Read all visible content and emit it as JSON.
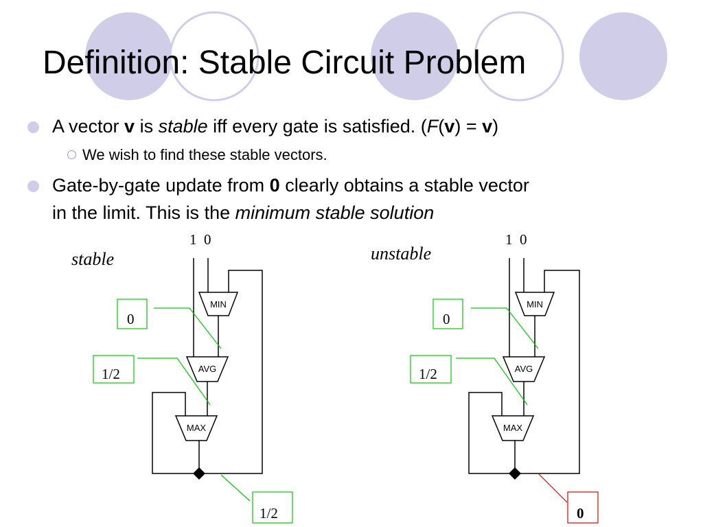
{
  "slide": {
    "title": "Definition: Stable Circuit Problem",
    "bullet1": {
      "t1": "A vector ",
      "v": "v",
      "t2": " is ",
      "stable": "stable",
      "t3": " iff every gate is satisfied. (",
      "F": "F",
      "t4": "(",
      "v2": "v",
      "t5": ") = ",
      "v3": "v",
      "t6": ")"
    },
    "sub_bullet": "We wish to find these stable vectors.",
    "bullet2": {
      "t1": "Gate-by-gate update from ",
      "zero": "0",
      "t2": " clearly obtains a stable vector",
      "line2a": "in the limit. This is the ",
      "line2b": "minimum stable solution"
    }
  },
  "circuits": [
    {
      "label": "stable",
      "inputs_label": "1  0",
      "gates": [
        "MIN",
        "AVG",
        "MAX"
      ],
      "values": [
        "0",
        "1/2",
        "1/2"
      ],
      "output_color": "#00cc00",
      "output_bold": false
    },
    {
      "label": "unstable",
      "inputs_label": "1  0",
      "gates": [
        "MIN",
        "AVG",
        "MAX"
      ],
      "values": [
        "0",
        "1/2",
        "0"
      ],
      "output_color": "#e00000",
      "output_bold": true
    }
  ],
  "colors": {
    "circle_fill": "#cfcde8",
    "circle_stroke": "#cfcde8",
    "good": "#00cc00",
    "bad": "#e00000"
  }
}
